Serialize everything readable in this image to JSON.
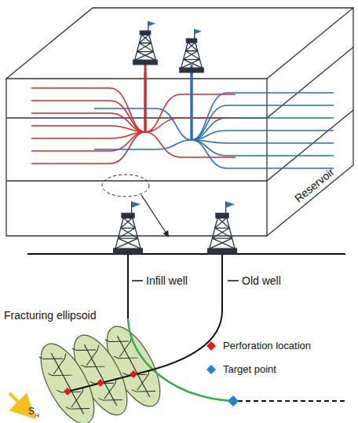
{
  "diagram": {
    "labels": [
      "Reservoir",
      "Infill well",
      "Old well",
      "Fracturing ellipsoid",
      "S",
      "H"
    ],
    "legend": [
      {
        "text": "Perforation location",
        "color": "#e0191b"
      },
      {
        "text": "Target point",
        "color": "#1f86c9"
      }
    ]
  }
}
